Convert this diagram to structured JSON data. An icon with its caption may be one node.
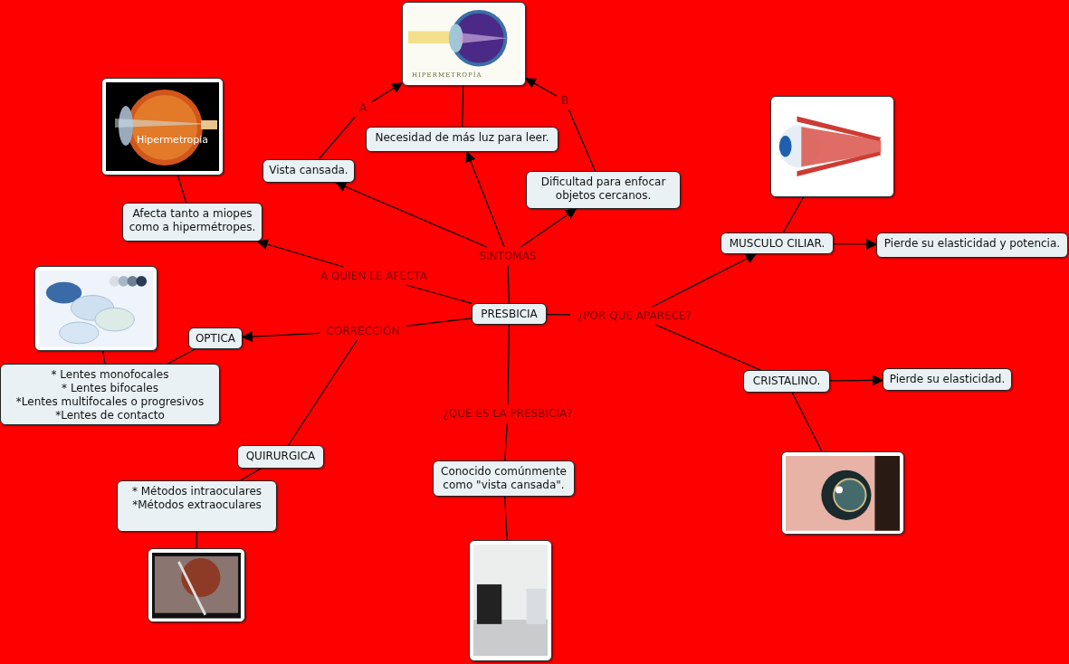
{
  "diagram": {
    "nodes": [
      {
        "text": [
          "PRESBICIA"
        ]
      },
      {
        "text": [
          "SINTOMAS"
        ]
      },
      {
        "text": [
          "A QUIEN LE AFECTA"
        ]
      },
      {
        "text": [
          "CORRECCIÓN"
        ]
      },
      {
        "text": [
          "¿POR QUÉ APARECE?"
        ]
      },
      {
        "text": [
          "¿QUE ES LA PRESBICIA?"
        ]
      },
      {
        "text": [
          "Vista cansada."
        ]
      },
      {
        "text": [
          "Necesidad de más luz para leer."
        ]
      },
      {
        "text": [
          "Dificultad para enfocar objetos cercanos."
        ]
      },
      {
        "text": [
          "HIPERMETROPÍA"
        ]
      },
      {
        "text": [
          "A"
        ]
      },
      {
        "text": [
          "B"
        ]
      },
      {
        "text": [
          "Afecta tanto a miopes como a hipermétropes."
        ]
      },
      {
        "text": [
          "Hipermetropia"
        ]
      },
      {
        "text": [
          "OPTICA"
        ]
      },
      {
        "text": [],
        "shape": "picture"
      },
      {
        "text": [
          "* Lentes monofocales",
          "* Lentes bifocales",
          "*Lentes multifocales o progresivos",
          "*Lentes de contacto"
        ]
      },
      {
        "text": [
          "QUIRURGICA"
        ]
      },
      {
        "text": [
          "* Métodos intraoculares",
          "*Métodos extraoculares"
        ]
      },
      {
        "text": [],
        "shape": "picture"
      },
      {
        "text": [
          "Conocido comúnmente como \"vista cansada\"."
        ]
      },
      {
        "text": [],
        "shape": "picture"
      },
      {
        "text": [
          "MUSCULO CILIAR."
        ]
      },
      {
        "text": [
          "Pierde su elasticidad y potencia."
        ]
      },
      {
        "text": [],
        "shape": "picture"
      },
      {
        "text": [
          "CRISTALINO."
        ]
      },
      {
        "text": [
          "Pierde su elasticidad."
        ]
      },
      {
        "text": [],
        "shape": "picture"
      }
    ],
    "edges": [
      {
        "from": 0,
        "to": 1,
        "arrow": "none"
      },
      {
        "from": 1,
        "to": 6,
        "arrow": "to"
      },
      {
        "from": 1,
        "to": 7,
        "arrow": "to"
      },
      {
        "from": 1,
        "to": 8,
        "arrow": "to"
      },
      {
        "from": 6,
        "to": 10,
        "arrow": "none"
      },
      {
        "from": 10,
        "to": 9,
        "arrow": "to"
      },
      {
        "from": 7,
        "to": 9,
        "arrow": "none"
      },
      {
        "from": 8,
        "to": 11,
        "arrow": "none"
      },
      {
        "from": 11,
        "to": 9,
        "arrow": "to"
      },
      {
        "from": 0,
        "to": 2,
        "arrow": "none"
      },
      {
        "from": 2,
        "to": 12,
        "arrow": "to"
      },
      {
        "from": 12,
        "to": 13,
        "arrow": "none"
      },
      {
        "from": 0,
        "to": 3,
        "arrow": "none"
      },
      {
        "from": 3,
        "to": 14,
        "arrow": "to"
      },
      {
        "from": 3,
        "to": 17,
        "arrow": "none"
      },
      {
        "from": 14,
        "to": 16,
        "arrow": "none"
      },
      {
        "from": 15,
        "to": 16,
        "arrow": "none"
      },
      {
        "from": 17,
        "to": 18,
        "arrow": "none"
      },
      {
        "from": 18,
        "to": 19,
        "arrow": "none"
      },
      {
        "from": 0,
        "to": 5,
        "arrow": "none"
      },
      {
        "from": 5,
        "to": 20,
        "arrow": "none"
      },
      {
        "from": 20,
        "to": 21,
        "arrow": "none"
      },
      {
        "from": 0,
        "to": 4,
        "arrow": "none"
      },
      {
        "from": 4,
        "to": 22,
        "arrow": "to"
      },
      {
        "from": 4,
        "to": 25,
        "arrow": "none"
      },
      {
        "from": 22,
        "to": 23,
        "arrow": "to"
      },
      {
        "from": 22,
        "to": 24,
        "arrow": "none"
      },
      {
        "from": 25,
        "to": 26,
        "arrow": "to"
      },
      {
        "from": 25,
        "to": 27,
        "arrow": "none"
      }
    ]
  }
}
